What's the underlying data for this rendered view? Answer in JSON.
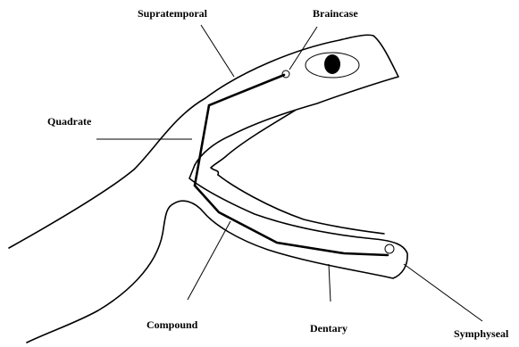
{
  "labels": {
    "supratemporal": "Supratemporal",
    "braincase": "Braincase",
    "quadrate": "Quadrate",
    "compound": "Compound",
    "dentary": "Dentary",
    "symphyseal": "Symphyseal"
  }
}
